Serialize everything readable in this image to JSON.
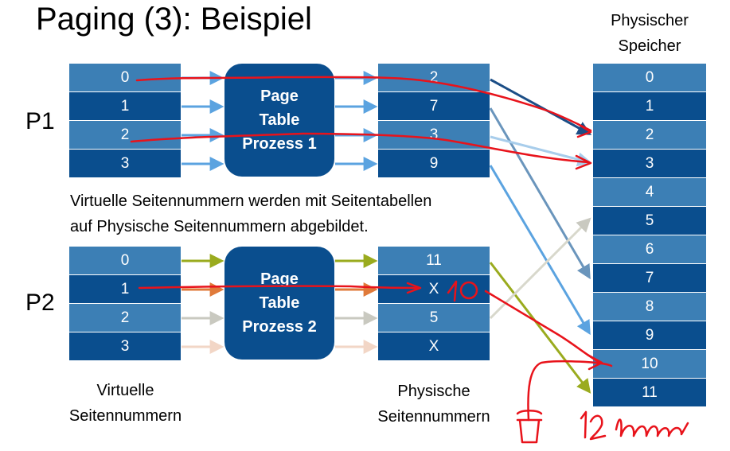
{
  "title": "Paging (3): Beispiel",
  "phys_header": [
    "Physischer",
    "Speicher"
  ],
  "p1": {
    "label": "P1",
    "virtual": [
      "0",
      "1",
      "2",
      "3"
    ],
    "page_table_lines": [
      "Page",
      "Table",
      "Prozess 1"
    ],
    "physical": [
      "2",
      "7",
      "3",
      "9"
    ]
  },
  "p2": {
    "label": "P2",
    "virtual": [
      "0",
      "1",
      "2",
      "3"
    ],
    "page_table_lines": [
      "Page",
      "Table",
      "Prozess 2"
    ],
    "physical": [
      "11",
      "X",
      "5",
      "X"
    ]
  },
  "description": [
    "Virtuelle Seitennummern werden mit Seitentabellen",
    "auf Physische Seitennummern abgebildet."
  ],
  "memory": [
    "0",
    "1",
    "2",
    "3",
    "4",
    "5",
    "6",
    "7",
    "8",
    "9",
    "10",
    "11"
  ],
  "caption_virtual": [
    "Virtuelle",
    "Seitennummern"
  ],
  "caption_physical": [
    "Physische",
    "Seitennummern"
  ],
  "handwritten": {
    "ten_mark": "10",
    "kacheln_note": "12 Kacheln"
  },
  "colors": {
    "cell_light": "#3C7FB5",
    "cell_dark": "#0A4E8E",
    "arrow_p1": "#5BA3E0",
    "arrow_p2_olive": "#9AAB1E",
    "annotation_red": "#E8131B"
  }
}
